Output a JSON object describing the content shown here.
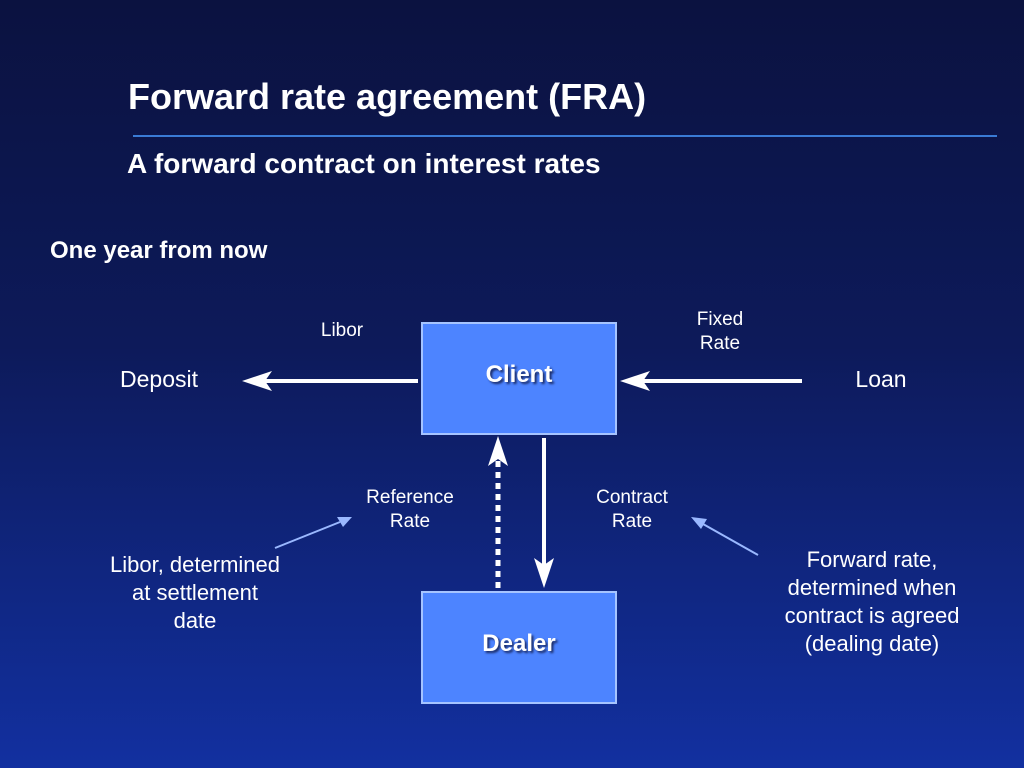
{
  "slide": {
    "title": "Forward rate agreement (FRA)",
    "subtitle": "A forward contract on interest rates",
    "section_heading": "One year from now"
  },
  "diagram": {
    "client_label": "Client",
    "dealer_label": "Dealer",
    "deposit_label": "Deposit",
    "loan_label": "Loan",
    "libor_flow_label": "Libor",
    "fixed_rate_label": [
      "Fixed",
      "Rate"
    ],
    "reference_rate_label": [
      "Reference",
      "Rate"
    ],
    "contract_rate_label": [
      "Contract",
      "Rate"
    ],
    "libor_note": [
      "Libor, determined",
      "at settlement",
      "date"
    ],
    "forward_rate_note": [
      "Forward rate,",
      "determined when",
      "contract is agreed",
      "(dealing date)"
    ]
  },
  "colors": {
    "box_fill": "#4d84ff",
    "box_border": "#a6c4ff",
    "divider": "#3a7bd5",
    "pointer_line": "#9ab8ff",
    "text": "#ffffff"
  }
}
